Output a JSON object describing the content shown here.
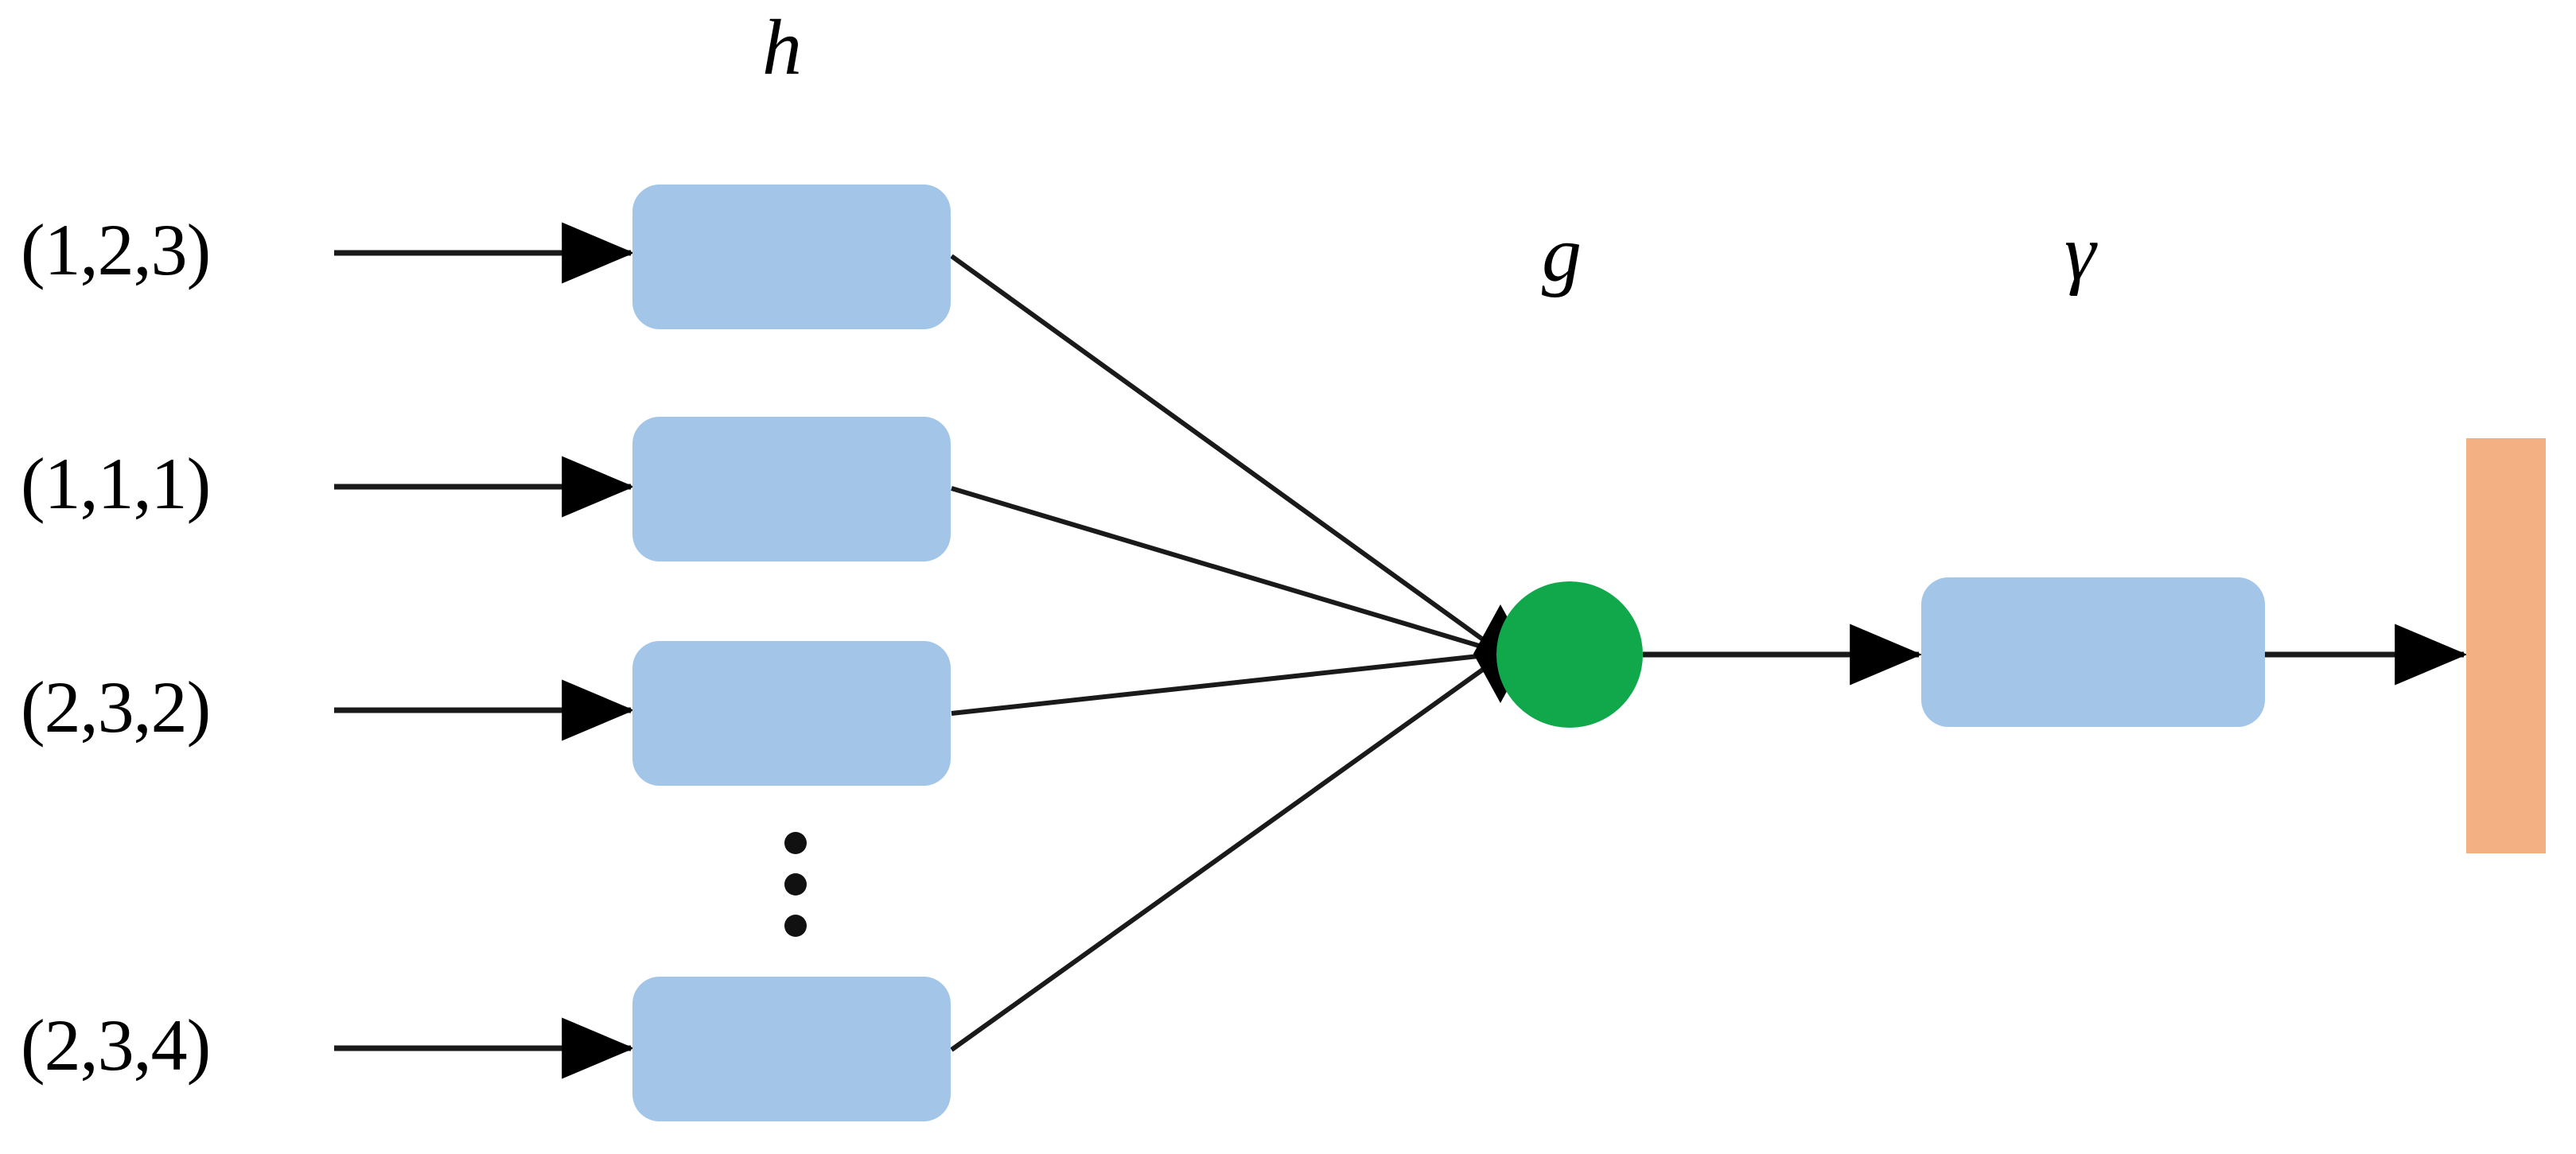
{
  "diagram": {
    "title": "Permutation-invariant set network (Deep Sets) schematic",
    "background_color": "#ffffff",
    "colors": {
      "box_blue": "#A3C6E8",
      "aggregator_green": "#10A84A",
      "output_orange": "#F3B183",
      "stroke_black": "#000000",
      "line_gray": "#404040"
    },
    "inputs": [
      {
        "label": "(1,2,3)",
        "values": [
          1,
          2,
          3
        ]
      },
      {
        "label": "(1,1,1)",
        "values": [
          1,
          1,
          1
        ]
      },
      {
        "label": "(2,3,2)",
        "values": [
          2,
          3,
          2
        ]
      },
      {
        "label": "(2,3,4)",
        "values": [
          2,
          3,
          4
        ]
      }
    ],
    "ellipsis": {
      "name": "vertical-ellipsis",
      "dot_count": 3
    },
    "function_labels": {
      "encoder": "h",
      "aggregator": "g",
      "decoder": "γ"
    },
    "encoder_boxes": [
      {
        "name": "h-box-1"
      },
      {
        "name": "h-box-2"
      },
      {
        "name": "h-box-3"
      },
      {
        "name": "h-box-4"
      }
    ],
    "aggregator": {
      "name": "g-node",
      "shape": "circle"
    },
    "decoder_box": {
      "name": "gamma-box",
      "shape": "rounded-rectangle"
    },
    "output_bar": {
      "name": "output-bar",
      "shape": "rectangle"
    }
  }
}
